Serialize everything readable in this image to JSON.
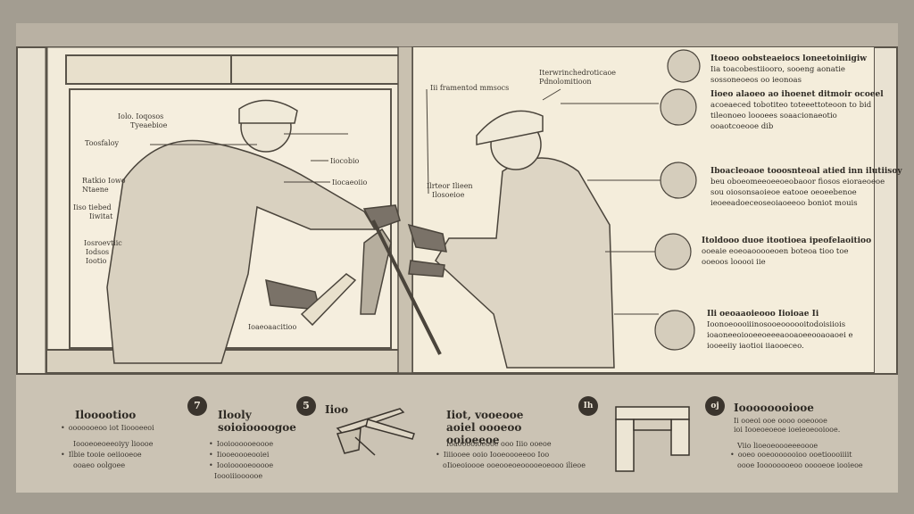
{
  "illustration": {
    "top_labels": [
      "Iii framentod mmsocs",
      "Iterwrinchedroticaoe",
      "Pdnolomitioon"
    ],
    "left_labels": [
      "Iolo. Ioqosos",
      "Tyeaebioe",
      "Toosfaloy",
      "Ratkio Iowo",
      "Ntaene",
      "Iiso tiebed",
      "Iiwitat",
      "Iosroevtiic",
      "Iodsos",
      "Iootio"
    ],
    "center_labels": [
      "Iiocobio",
      "Iiocaeoiio",
      "Ilrteor Ilieen",
      "Ilosoeioe",
      "Ioaeoaacitioo"
    ],
    "notes": [
      {
        "title": "Itoeoo oobsteaeiocs loneetoiniigiw",
        "lines": [
          "Iia toacobestiiooro, sooeng aonatie",
          "sossoneoeos oo ieonoas"
        ]
      },
      {
        "title": "Iioeo alaoeo ao ihoenet ditmoir ocoeel",
        "lines": [
          "acoeaeced tobotiteo toteeettoteoon to bid",
          "tileonoeo loooees soaacionaeotio",
          "ooaotcoeooe dib"
        ]
      },
      {
        "title": "Iboacleoaoe tooosnteoal atied inn ilutiisoy",
        "lines": [
          "beu oboeomeeoeeoeobaoor fiosos eioraeoeoe",
          "sou oiosonsaoieoe eatooe oeoeebenoe",
          "ieoeeadoeceoseoiaoeeoo boniot mouis"
        ]
      },
      {
        "title": "Itoldooo duoe itootioea ipeofelaoitioo",
        "lines": [
          "ooeaie eoeoaooooeoen boteoa tioo toe",
          "ooeoos looooi iie"
        ]
      },
      {
        "title": "Ili oeoaaoieooo Iioioae Ii",
        "lines": [
          "Ioonoeoooiiinosooeoooooitodoisiiois",
          "ioaoneeoiooeeoeeeaooaoeeooaoaoei e",
          "iooeeiiy iaotioi iiaooeceo."
        ]
      }
    ]
  },
  "steps": [
    {
      "number": "",
      "title": "Ilooootioo",
      "lines": [
        "ooooooeoo iot Iioooeeoi",
        "Ioooeoeoeeoiyy lioooe",
        "Ilbie tooie oeiiooeoe",
        "ooaeo oolgoee"
      ]
    },
    {
      "number": "7",
      "title": "Ilooly soioioooogoe",
      "lines": [
        "Iooioooooeoooe",
        "Iiooeoooeooiei",
        "Iooiooooeooooe",
        "Ioooiiioooooe"
      ]
    },
    {
      "number": "5",
      "title": "Iioo",
      "lines": []
    },
    {
      "number": "",
      "title": "Iiot, vooeooe aoiel oooeoo ooioeeoe",
      "lines": [
        "Ioaooooioeooe ooo Iiio ooeoe",
        "Iiiiooee ooio Iooeoooeeoo Ioo",
        "oIioeoioooe ooeooeoeooooeoeooo ilieoe"
      ]
    },
    {
      "number": "Ih",
      "title": "",
      "lines": []
    },
    {
      "number": "oj",
      "title": "Ioooooooiooe",
      "lines": [
        "Ii ooeoi ooe oooo ooeoooe",
        "ioi Iooeoeoeoe ioeieoeooiooe.",
        "Viio lioeoeoooeeeoooe",
        "ooeo ooeooooooioo ooetioooiiiit",
        "oooe Ioooooooeoo ooooeoe iooieoe"
      ]
    }
  ],
  "colors": {
    "background": "#a39d91",
    "paper": "#efe8d8",
    "ink": "#3a342d"
  }
}
